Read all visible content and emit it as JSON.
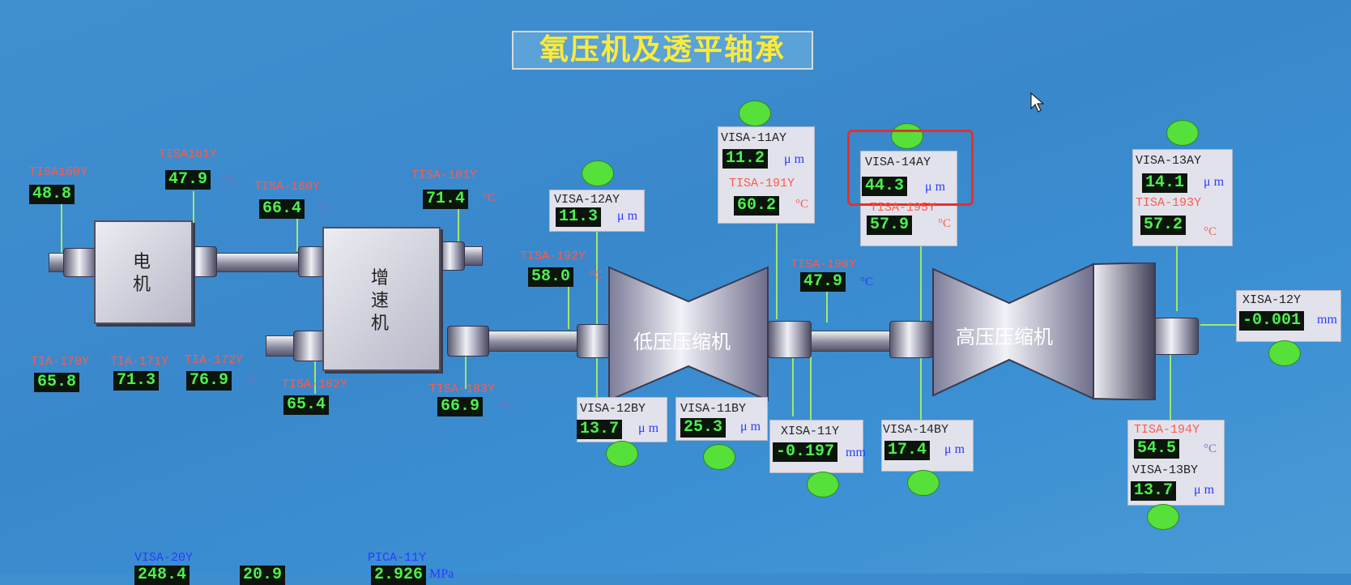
{
  "title": "氧压机及透平轴承",
  "equipment": {
    "motor": "电\n机",
    "gearbox": "增\n速\n机",
    "lp_comp": "低压压缩机",
    "hp_comp": "高压压缩机"
  },
  "temps": {
    "t160": {
      "tag": "TISA160Y",
      "value": "48.8"
    },
    "t161": {
      "tag": "TISA161Y",
      "value": "47.9",
      "unit": "°C"
    },
    "t180": {
      "tag": "TISA-180Y",
      "value": "66.4",
      "unit": "°C"
    },
    "t181": {
      "tag": "TISA-181Y",
      "value": "71.4",
      "unit": "°C"
    },
    "t192": {
      "tag": "TISA-192Y",
      "value": "58.0",
      "unit": "°C"
    },
    "t190": {
      "tag": "TISA-190Y",
      "value": "47.9",
      "unit": "°C"
    },
    "t182": {
      "tag": "TISA-182Y",
      "value": "65.4"
    },
    "t183": {
      "tag": "TISA-183Y",
      "value": "66.9",
      "unit": "°C"
    },
    "t170": {
      "tag": "TIA-170Y",
      "value": "65.8"
    },
    "t171": {
      "tag": "TIA-171Y",
      "value": "71.3"
    },
    "t172": {
      "tag": "TIA-172Y",
      "value": "76.9",
      "unit": "°C"
    }
  },
  "panels": {
    "v12ay": {
      "tag": "VISA-12AY",
      "value": "11.3",
      "unit": "μ m"
    },
    "v11ay": {
      "tag": "VISA-11AY",
      "value": "11.2",
      "unit": "μ m",
      "tag2": "TISA-191Y",
      "value2": "60.2",
      "unit2": "°C"
    },
    "v14ay": {
      "tag": "VISA-14AY",
      "value": "44.3",
      "unit": "μ m",
      "tag2": "TISA-195Y",
      "value2": "57.9",
      "unit2": "°C"
    },
    "v13ay": {
      "tag": "VISA-13AY",
      "value": "14.1",
      "unit": "μ m",
      "tag2": "TISA-193Y",
      "value2": "57.2",
      "unit2": "°C"
    },
    "x12y": {
      "tag": "XISA-12Y",
      "value": "-0.001",
      "unit": "mm"
    },
    "v12by": {
      "tag": "VISA-12BY",
      "value": "13.7",
      "unit": "μ m"
    },
    "v11by": {
      "tag": "VISA-11BY",
      "value": "25.3",
      "unit": "μ m"
    },
    "x11y": {
      "tag": "XISA-11Y",
      "value": "-0.197",
      "unit": "mm"
    },
    "v14by": {
      "tag": "VISA-14BY",
      "value": "17.4",
      "unit": "μ m"
    },
    "v13by": {
      "tag": "TISA-194Y",
      "value": "54.5",
      "unit": "°C",
      "tag2": "VISA-13BY",
      "value2": "13.7",
      "unit2": "μ m"
    }
  },
  "bottom": {
    "b1": {
      "tag": "VISA-20Y",
      "value": "248.4"
    },
    "b2": {
      "tag": "",
      "value": "20.9"
    },
    "b3": {
      "tag": "PICA-11Y",
      "value": "2.926",
      "unit": "MPa"
    }
  },
  "colors": {
    "status_ok": "#56e03a",
    "highlight": "#e2322a",
    "title_text": "#ffea3a"
  }
}
